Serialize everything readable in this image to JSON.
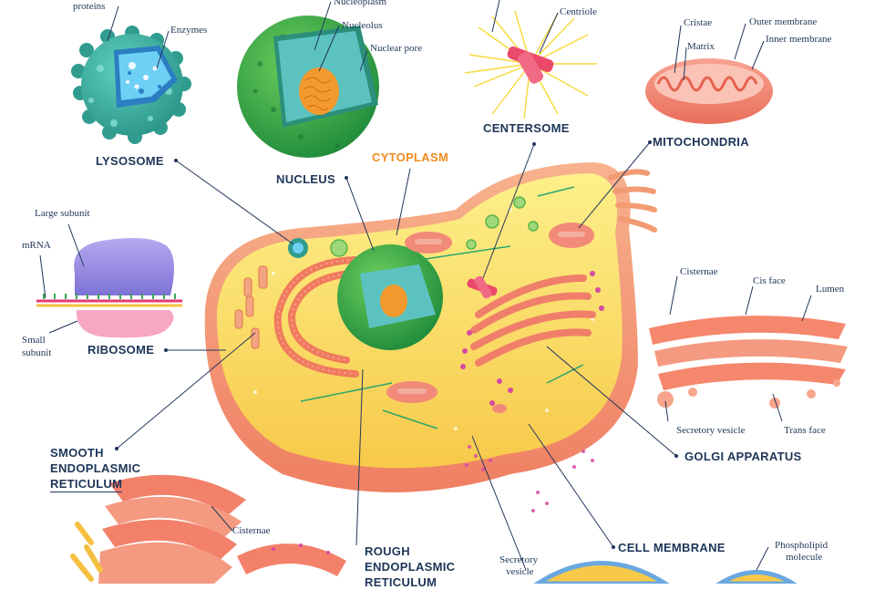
{
  "titles": {
    "lysosome": "LYSOSOME",
    "nucleus": "NUCLEUS",
    "cytoplasm": "CYTOPLASM",
    "centersome": "CENTERSOME",
    "mitochondria": "MITOCHONDRIA",
    "ribosome": "RIBOSOME",
    "ser_line1": "SMOOTH",
    "ser_line2": "ENDOPLASMIC",
    "ser_line3": "RETICULUM",
    "golgi": "GOLGI APPARATUS",
    "cell_membrane": "CELL MEMBRANE",
    "rer_line1": "ROUGH",
    "rer_line2": "ENDOPLASMIC",
    "rer_line3": "RETICULUM"
  },
  "labels": {
    "lysosome_proteins": "proteins",
    "lysosome_enzymes": "Enzymes",
    "nucleus_nucleoplasm": "Nucleoplasm",
    "nucleus_nucleolus": "Nucleolus",
    "nucleus_nuclear_pore": "Nuclear pore",
    "centersome_centriole": "Centriole",
    "mito_cristae": "Cristae",
    "mito_matrix": "Matrix",
    "mito_outer": "Outer membrane",
    "mito_inner": "Inner membrane",
    "ribosome_large": "Large subunit",
    "ribosome_mrna": "mRNA",
    "ribosome_small_1": "Small",
    "ribosome_small_2": "subunit",
    "golgi_cisternae": "Cisternae",
    "golgi_cis_face": "Cis face",
    "golgi_lumen": "Lumen",
    "golgi_secretory": "Secretory vesicle",
    "golgi_trans_face": "Trans face",
    "ser_cisternae": "Cisternae",
    "membrane_secretory_1": "Secretory",
    "membrane_secretory_2": "vesicle",
    "membrane_phospholipid_1": "Phospholipid",
    "membrane_phospholipid_2": "molecule"
  },
  "colors": {
    "ink": "#1d3557",
    "cytoplasm_title": "#f08a1c",
    "cytoplasm_fill": "#fbe36a",
    "cell_wall": "#f29b73",
    "nucleus_green": "#3aa648",
    "nucleus_teal": "#5fc6c6",
    "nucleolus": "#f3a23c",
    "lysosome_teal": "#40b3a4",
    "lysosome_blue": "#63c7ec",
    "centriole_pink": "#ef4f6e",
    "mito_salmon": "#f18a78",
    "ribosome_purple": "#9b8ee3",
    "ribosome_pink": "#f7a7c2",
    "golgi_salmon": "#f5876d",
    "er_salmon": "#f3816a",
    "vesicle_magenta": "#d64aa0"
  }
}
